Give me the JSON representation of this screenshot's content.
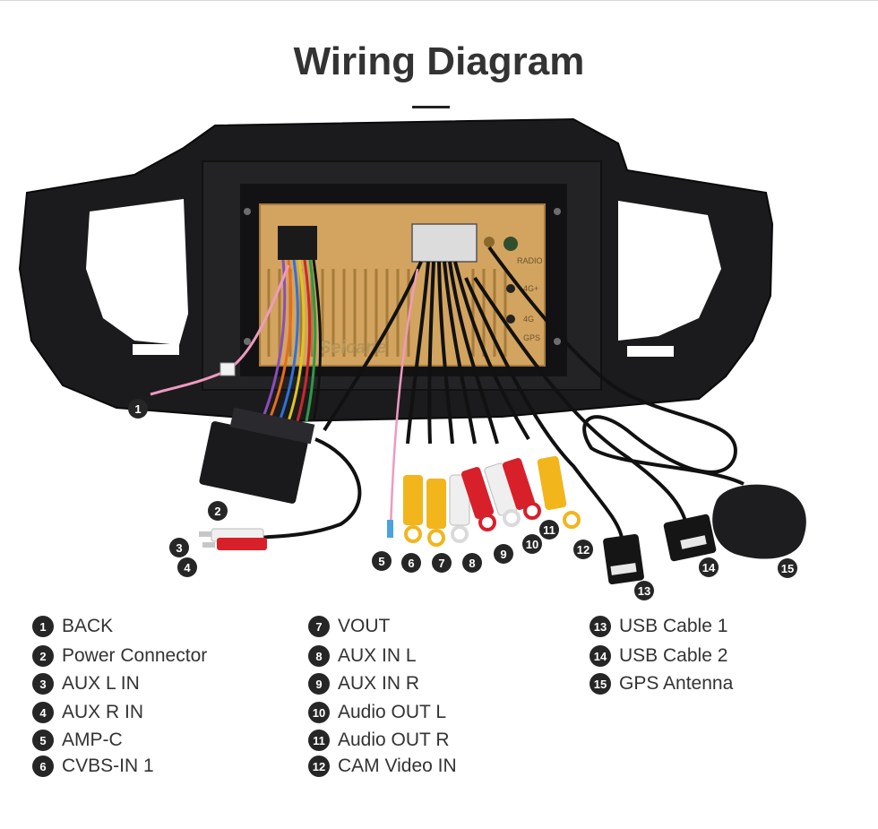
{
  "title": "Wiring Diagram",
  "watermark": "Seicane",
  "ports": {
    "radio": "RADIO",
    "fourg": "4G+",
    "fourg2": "4G",
    "gps": "GPS"
  },
  "colors": {
    "frame": "#1b1b1e",
    "unit_body": "#d2a45f",
    "rca_yellow": "#f2b51c",
    "rca_red": "#d8202a",
    "rca_white": "#efefef",
    "badge": "#262626",
    "title": "#333333"
  },
  "callouts": [
    {
      "num": "1",
      "icon": "number-1-badge"
    },
    {
      "num": "2",
      "icon": "number-2-badge"
    },
    {
      "num": "3",
      "icon": "number-3-badge"
    },
    {
      "num": "4",
      "icon": "number-4-badge"
    },
    {
      "num": "5",
      "icon": "number-5-badge"
    },
    {
      "num": "6",
      "icon": "number-6-badge"
    },
    {
      "num": "7",
      "icon": "number-7-badge"
    },
    {
      "num": "8",
      "icon": "number-8-badge"
    },
    {
      "num": "9",
      "icon": "number-9-badge"
    },
    {
      "num": "10",
      "icon": "number-10-badge"
    },
    {
      "num": "11",
      "icon": "number-11-badge"
    },
    {
      "num": "12",
      "icon": "number-12-badge"
    },
    {
      "num": "13",
      "icon": "number-13-badge"
    },
    {
      "num": "14",
      "icon": "number-14-badge"
    },
    {
      "num": "15",
      "icon": "number-15-badge"
    }
  ],
  "legend": [
    {
      "num": "1",
      "label": "BACK"
    },
    {
      "num": "2",
      "label": "Power Connector"
    },
    {
      "num": "3",
      "label": "AUX L IN"
    },
    {
      "num": "4",
      "label": "AUX R IN"
    },
    {
      "num": "5",
      "label": "AMP-C"
    },
    {
      "num": "6",
      "label": "CVBS-IN 1"
    },
    {
      "num": "7",
      "label": "VOUT"
    },
    {
      "num": "8",
      "label": "AUX IN L"
    },
    {
      "num": "9",
      "label": "AUX IN R"
    },
    {
      "num": "10",
      "label": "Audio OUT L"
    },
    {
      "num": "11",
      "label": "Audio OUT R"
    },
    {
      "num": "12",
      "label": "CAM Video IN"
    },
    {
      "num": "13",
      "label": "USB Cable 1"
    },
    {
      "num": "14",
      "label": "USB Cable 2"
    },
    {
      "num": "15",
      "label": "GPS Antenna"
    }
  ]
}
